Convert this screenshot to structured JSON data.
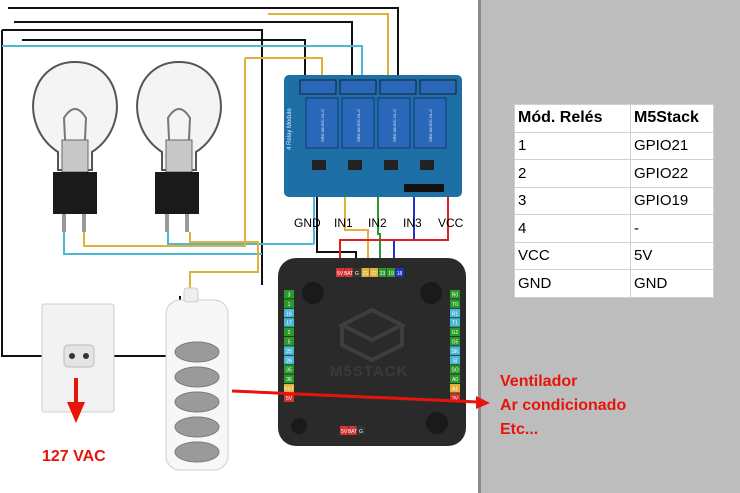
{
  "relay_module": {
    "pin_labels": [
      "GND",
      "IN1",
      "IN2",
      "IN3",
      "VCC"
    ],
    "relay_text": "SRD-05VDC-SL-C",
    "board_text": "4 Relay Module"
  },
  "m5stack": {
    "logo_text": "M5STACK",
    "top_header": [
      "5V",
      "BAT",
      "G",
      "21",
      "22",
      "23",
      "19",
      "18"
    ],
    "bottom_header": [
      "5V",
      "BAT",
      "G"
    ],
    "left_pins": [
      "3",
      "1",
      "16",
      "17",
      "2",
      "5",
      "25",
      "26",
      "35",
      "36",
      "RST",
      "5V"
    ],
    "right_pins": [
      "R0",
      "T0",
      "R1",
      "T1",
      "G2",
      "G5",
      "SK",
      "SI",
      "SO",
      "A0",
      "A1",
      "3V"
    ]
  },
  "labels": {
    "voltage": "127 VAC",
    "load_line1": "Ventilador",
    "load_line2": "Ar condicionado",
    "load_line3": "Etc..."
  },
  "table": {
    "headers": [
      "Mód. Relés",
      "M5Stack"
    ],
    "rows": [
      [
        "1",
        "GPIO21"
      ],
      [
        "2",
        "GPIO22"
      ],
      [
        "3",
        "GPIO19"
      ],
      [
        "4",
        "-"
      ],
      [
        "VCC",
        "5V"
      ],
      [
        "GND",
        "GND"
      ]
    ]
  },
  "colors": {
    "relay_board": "#1e6fa6",
    "relay_block": "#2a67b8",
    "m5_body": "#2a2a2a",
    "label_red": "#e8140c",
    "wire_black": "#111111",
    "wire_cyan": "#4bb8d6",
    "wire_yellow": "#e0b23a",
    "wire_red": "#e02020",
    "wire_blue": "#2233cc",
    "wire_green": "#2a9a2a"
  }
}
